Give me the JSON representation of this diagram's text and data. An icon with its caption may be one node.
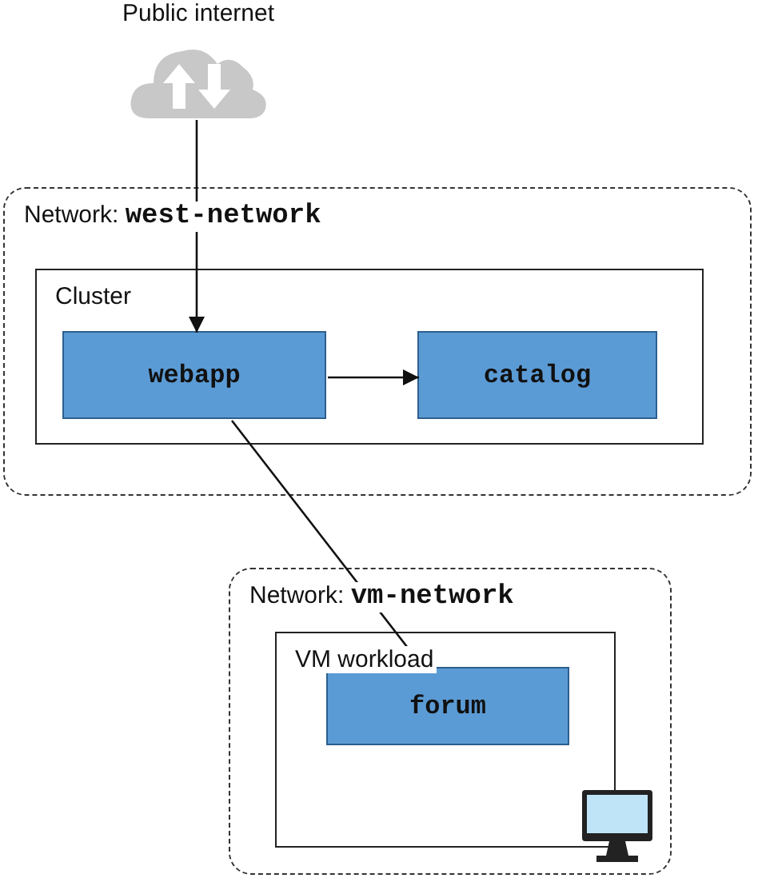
{
  "diagram": {
    "nodes": [
      {
        "text": [
          "Public internet"
        ]
      },
      {
        "text": [
          "Network: **west-network**"
        ]
      },
      {
        "text": [
          "Cluster"
        ],
        "in": 1
      },
      {
        "text": [
          "webapp"
        ],
        "in": 2
      },
      {
        "text": [
          "catalog"
        ],
        "in": 2
      },
      {
        "text": [
          "Network: **vm-network**"
        ]
      },
      {
        "text": [
          "VM workload"
        ],
        "in": 5
      },
      {
        "text": [
          "forum"
        ],
        "in": 6
      }
    ],
    "edges": [
      {
        "from": 0,
        "to": 3,
        "arrow": "to"
      },
      {
        "from": 3,
        "to": 4,
        "arrow": "to"
      },
      {
        "from": 3,
        "to": 7,
        "arrow": "to"
      }
    ]
  }
}
